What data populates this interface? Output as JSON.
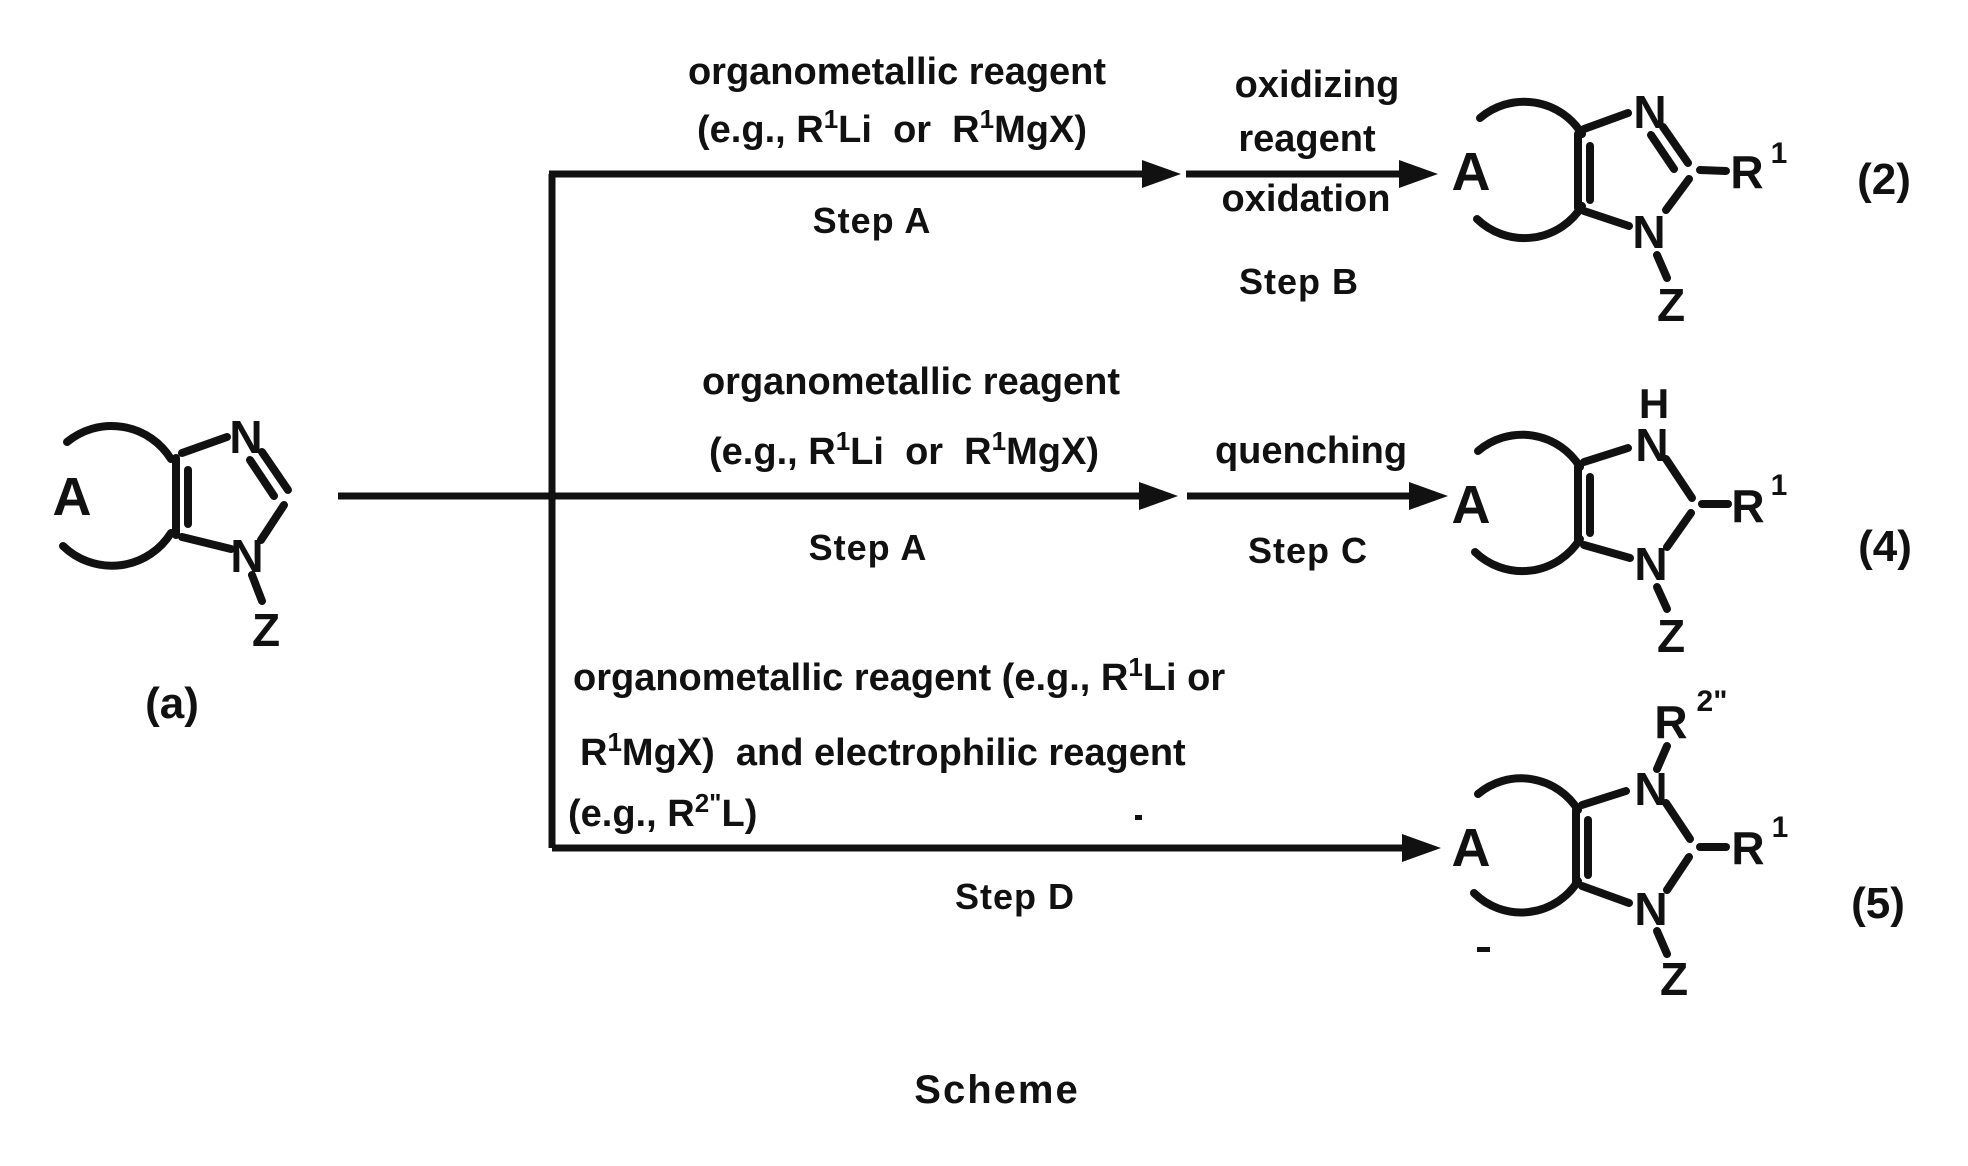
{
  "page": {
    "ink": "#111111",
    "background": "#ffffff"
  },
  "scheme_label": "Scheme",
  "molecules": {
    "start": {
      "label": "(a)",
      "ring": "A",
      "n_top": "N",
      "n_bottom": "N",
      "z": "Z"
    },
    "p2": {
      "label": "(2)",
      "ring": "A",
      "n_top": "N",
      "n_bottom": "N",
      "z": "Z",
      "r": "R",
      "r_sup": "1"
    },
    "p4": {
      "label": "(4)",
      "ring": "A",
      "h": "H",
      "n_top": "N",
      "n_bottom": "N",
      "z": "Z",
      "r": "R",
      "r_sup": "1"
    },
    "p5": {
      "label": "(5)",
      "ring": "A",
      "n_top": "N",
      "n_bottom": "N",
      "z": "Z",
      "r": "R",
      "r_sup": "1",
      "r2": "R",
      "r2_sup": "2\""
    }
  },
  "row1": {
    "reagent_line1": "organometallic reagent",
    "reagent_line2": {
      "p1": "(e.g., R",
      "s1": "1",
      "p2": "Li  or  R",
      "s2": "1",
      "p3": "MgX)"
    },
    "step_a": "Step A",
    "ox1": "oxidizing",
    "ox2": "reagent",
    "ox3": "oxidation",
    "step_b": "Step B"
  },
  "row2": {
    "reagent_line1": "organometallic reagent",
    "reagent_line2": {
      "p1": "(e.g., R",
      "s1": "1",
      "p2": "Li  or  R",
      "s2": "1",
      "p3": "MgX)"
    },
    "step_a": "Step A",
    "quench": "quenching",
    "step_c": "Step C"
  },
  "row3": {
    "line1": {
      "p1": "organometallic reagent (e.g., R",
      "s1": "1",
      "p2": "Li or"
    },
    "line2": {
      "p1": "R",
      "s1": "1",
      "p2": "MgX)  and electrophilic reagent"
    },
    "line3": {
      "p1": "(e.g., R",
      "s1": "2\"",
      "p2": "L)"
    },
    "step_d": "Step D"
  }
}
